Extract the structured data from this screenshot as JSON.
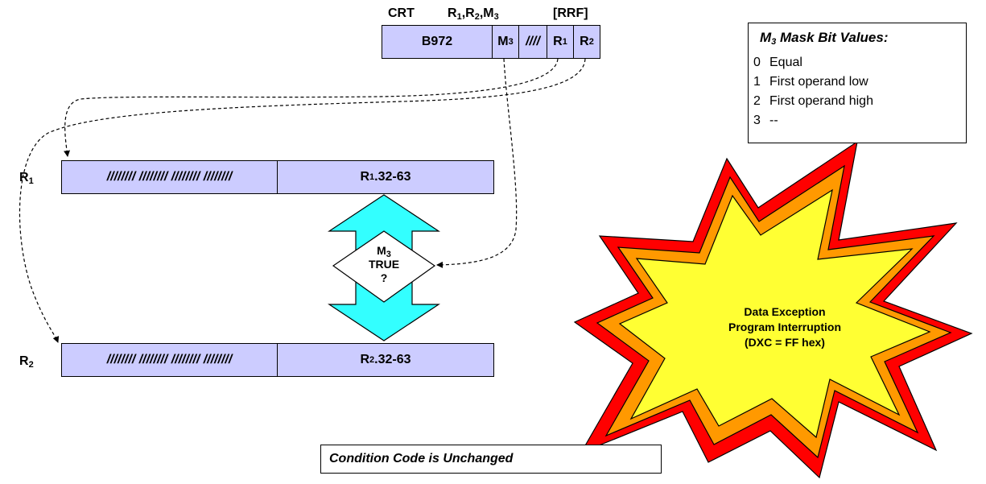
{
  "format_header": {
    "crt": "CRT",
    "r1": "R",
    "r1_sub": "1",
    "comma1": ",",
    "r2": "R",
    "r2_sub": "2",
    "comma2": ",",
    "m3": "M",
    "m3_sub": "3",
    "rrf": "[RRF]"
  },
  "instruction": {
    "opcode": "B972",
    "m3": "M",
    "m3_sub": "3",
    "unused": "////",
    "r1": "R",
    "r1_sub": "1",
    "r2": "R",
    "r2_sub": "2"
  },
  "registers": {
    "r1_label": "R",
    "r1_label_sub": "1",
    "r1_high": "//////// //////// //////// ////////",
    "r1_low": "R",
    "r1_low_sub": "1",
    "r1_low_bits": ".32-63",
    "r2_label": "R",
    "r2_label_sub": "2",
    "r2_high": "//////// //////// //////// ////////",
    "r2_low": "R",
    "r2_low_sub": "2",
    "r2_low_bits": ".32-63"
  },
  "decision": {
    "m": "M",
    "m_sub": "3",
    "true": "TRUE",
    "q": "?"
  },
  "legend": {
    "title_m": "M",
    "title_sub": "3",
    "title_rest": " Mask Bit Values:",
    "rows": [
      {
        "n": "0",
        "text": "Equal"
      },
      {
        "n": "1",
        "text": "First operand low"
      },
      {
        "n": "2",
        "text": "First operand high"
      },
      {
        "n": "3",
        "text": "--"
      }
    ]
  },
  "exception": {
    "line1": "Data Exception",
    "line2": "Program Interruption",
    "line3": "(DXC = FF hex)"
  },
  "condition_code": "Condition Code is Unchanged",
  "colors": {
    "cell_fill": "#ccccff",
    "arrow_fill": "#33ffff",
    "burst_outer": "#ff0000",
    "burst_mid": "#ff9900",
    "burst_inner": "#ffff33"
  }
}
